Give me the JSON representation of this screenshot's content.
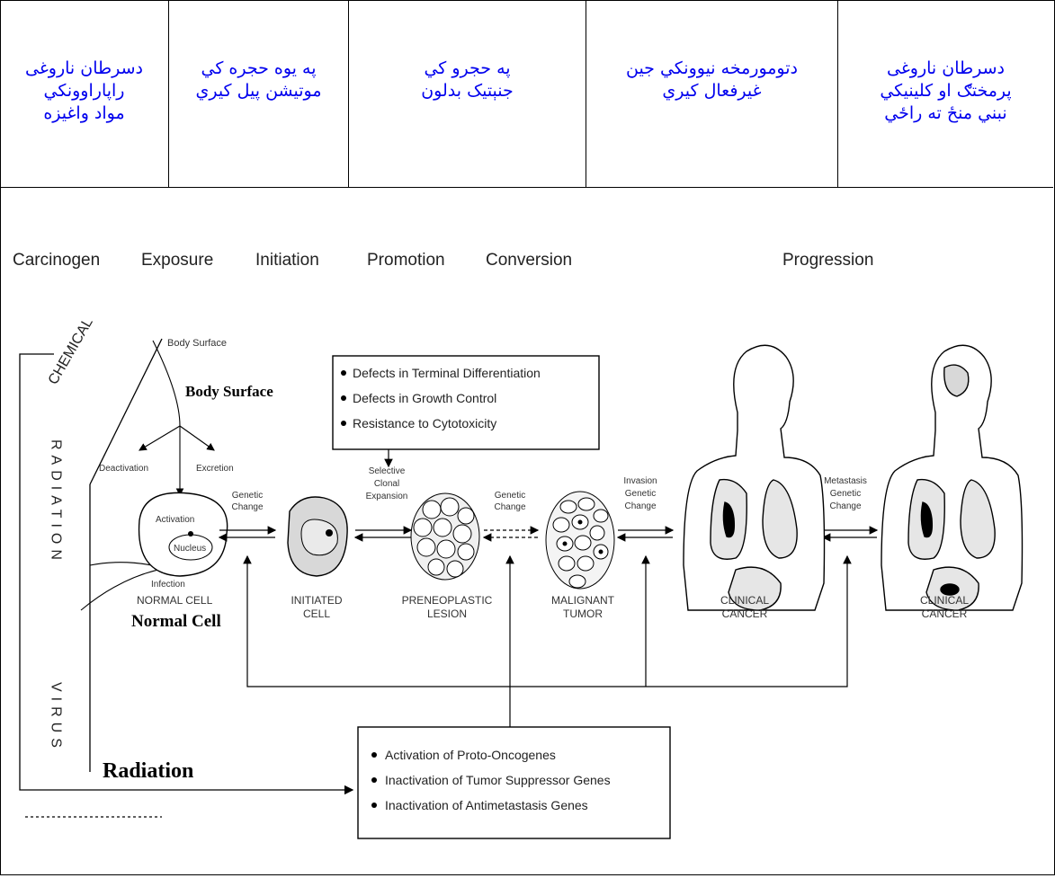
{
  "header": {
    "cells": [
      {
        "text": "دسرطان ناروغى\nراپاراوونكي\nمواد واغيزه"
      },
      {
        "text": "په يوه حجره كي\nموتيشن پيل كيري"
      },
      {
        "text": "په حجرو كي\nجنېتيک بدلون"
      },
      {
        "text": "دتومورمخه نيوونكي جين\nغيرفعال كيري"
      },
      {
        "text": "دسرطان ناروغى\nپرمختګ او كلينيكي\nنبني منځ ته راځي"
      }
    ]
  },
  "diagram": {
    "stages": [
      "Carcinogen",
      "Exposure",
      "Initiation",
      "Promotion",
      "Conversion",
      "Progression"
    ],
    "chemical_label": "CHEMICAL",
    "radiation_vertical": "RADIATION",
    "virus_vertical": "VIRUS",
    "body_surface_small": "Body Surface",
    "body_surface_large": "Body Surface",
    "deactivation": "Deactivation",
    "excretion": "Excretion",
    "activation": "Activation",
    "nucleus": "Nucleus",
    "infection": "Infection",
    "normal_cell_small": "NORMAL CELL",
    "normal_cell_large": "Normal Cell",
    "radiation_large": "Radiation",
    "genetic_change_1": [
      "Genetic",
      "Change"
    ],
    "selective_clonal": [
      "Selective",
      "Clonal",
      "Expansion"
    ],
    "genetic_change_2": [
      "Genetic",
      "Change"
    ],
    "invasion_genetic": [
      "Invasion",
      "Genetic",
      "Change"
    ],
    "metastasis_genetic": [
      "Metastasis",
      "Genetic",
      "Change"
    ],
    "cell_labels": [
      [
        "INITIATED",
        "CELL"
      ],
      [
        "PRENEOPLASTIC",
        "LESION"
      ],
      [
        "MALIGNANT",
        "TUMOR"
      ],
      [
        "CLINICAL",
        "CANCER"
      ],
      [
        "CLINICAL",
        "CANCER"
      ]
    ],
    "defects_box": [
      "Defects in Terminal Differentiation",
      "Defects in Growth Control",
      "Resistance to Cytotoxicity"
    ],
    "genes_box": [
      "Activation of Proto-Oncogenes",
      "Inactivation of Tumor Suppressor Genes",
      "Inactivation of Antimetastasis Genes"
    ]
  }
}
